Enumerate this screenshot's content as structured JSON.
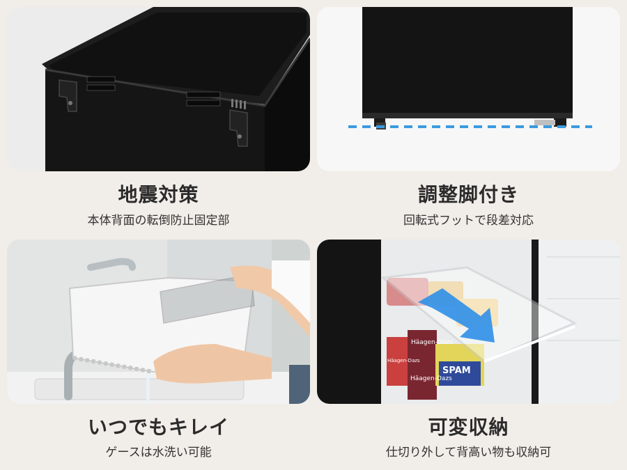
{
  "colors": {
    "background": "#f1ede8",
    "title": "#2b2b2b",
    "subtitle": "#333333",
    "accent_line": "#3a9be0",
    "arrow": "#2f8fe8"
  },
  "features": [
    {
      "title": "地震対策",
      "subtitle": "本体背面の転倒防止固定部"
    },
    {
      "title": "調整脚付き",
      "subtitle": "回転式フットで段差対応"
    },
    {
      "title": "いつでもキレイ",
      "subtitle": "ゲースは水洗い可能"
    },
    {
      "title": "可変収納",
      "subtitle": "仕切り外して背高い物も収納可"
    }
  ],
  "images": {
    "p1": {
      "desc_icon": "fridge-back-bracket-image"
    },
    "p2": {
      "desc_icon": "fridge-adjustable-feet-image"
    },
    "p3": {
      "desc_icon": "washable-case-image"
    },
    "p4": {
      "desc_icon": "removable-shelf-image",
      "package_labels": [
        "Häagen-Dazs",
        "Häagen-Dazs",
        "Häagen-Dazs",
        "SPAM"
      ]
    }
  }
}
